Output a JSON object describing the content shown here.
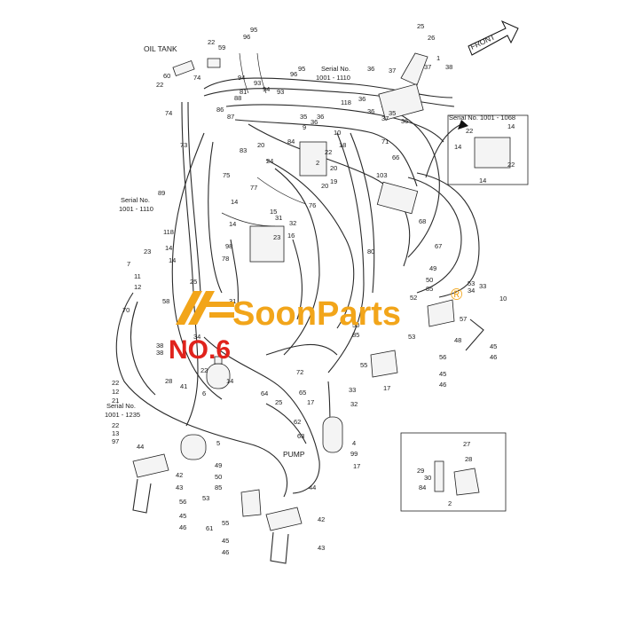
{
  "labels": {
    "oil_tank": "OIL TANK",
    "front": "FRONT",
    "pump": "PUMP",
    "serial_top": "Serial No.",
    "serial_top_range": "1001 - 1110",
    "serial_right": "Serial No. 1001 - 1068",
    "serial_left": "Serial No.",
    "serial_left_range": "1001 - 1110",
    "serial_left2": "Serial No.",
    "serial_left2_range": "1001 - 1235"
  },
  "watermark": {
    "brand": "SoonParts",
    "registered": "®",
    "badge": "NO.6"
  },
  "callouts": [
    {
      "id": "c1",
      "text": "25"
    },
    {
      "id": "c2",
      "text": "26"
    },
    {
      "id": "c3",
      "text": "95"
    },
    {
      "id": "c4",
      "text": "96"
    },
    {
      "id": "c5",
      "text": "22"
    },
    {
      "id": "c6",
      "text": "59"
    },
    {
      "id": "c7",
      "text": "95"
    },
    {
      "id": "c8",
      "text": "96"
    },
    {
      "id": "c9",
      "text": "94"
    },
    {
      "id": "c10",
      "text": "93"
    },
    {
      "id": "c11",
      "text": "94"
    },
    {
      "id": "c12",
      "text": "93"
    },
    {
      "id": "c13",
      "text": "60"
    },
    {
      "id": "c14",
      "text": "22"
    },
    {
      "id": "c15",
      "text": "74"
    },
    {
      "id": "c16",
      "text": "74"
    },
    {
      "id": "c17",
      "text": "81"
    },
    {
      "id": "c18",
      "text": "86"
    },
    {
      "id": "c19",
      "text": "87"
    },
    {
      "id": "c20",
      "text": "88"
    },
    {
      "id": "c21",
      "text": "1"
    },
    {
      "id": "c22",
      "text": "36"
    },
    {
      "id": "c23",
      "text": "37"
    },
    {
      "id": "c24",
      "text": "37"
    },
    {
      "id": "c25",
      "text": "38"
    },
    {
      "id": "c26",
      "text": "118"
    },
    {
      "id": "c27",
      "text": "36"
    },
    {
      "id": "c28",
      "text": "37"
    },
    {
      "id": "c29",
      "text": "36"
    },
    {
      "id": "c30",
      "text": "35"
    },
    {
      "id": "c31",
      "text": "36"
    },
    {
      "id": "c32",
      "text": "10"
    },
    {
      "id": "c33",
      "text": "18"
    },
    {
      "id": "c34",
      "text": "71"
    },
    {
      "id": "c35",
      "text": "73"
    },
    {
      "id": "c36",
      "text": "84"
    },
    {
      "id": "c37",
      "text": "20"
    },
    {
      "id": "c38",
      "text": "24"
    },
    {
      "id": "c39",
      "text": "20"
    },
    {
      "id": "c40",
      "text": "20"
    },
    {
      "id": "c41",
      "text": "22"
    },
    {
      "id": "c42",
      "text": "19"
    },
    {
      "id": "c43",
      "text": "66"
    },
    {
      "id": "c44",
      "text": "83"
    },
    {
      "id": "c45",
      "text": "103"
    },
    {
      "id": "c46",
      "text": "75"
    },
    {
      "id": "c47",
      "text": "77"
    },
    {
      "id": "c48",
      "text": "76"
    },
    {
      "id": "c49",
      "text": "89"
    },
    {
      "id": "c50",
      "text": "15"
    },
    {
      "id": "c51",
      "text": "31"
    },
    {
      "id": "c52",
      "text": "32"
    },
    {
      "id": "c53",
      "text": "68"
    },
    {
      "id": "c54",
      "text": "67"
    },
    {
      "id": "c55",
      "text": "14"
    },
    {
      "id": "c56",
      "text": "14"
    },
    {
      "id": "c57",
      "text": "118"
    },
    {
      "id": "c58",
      "text": "98"
    },
    {
      "id": "c59",
      "text": "23"
    },
    {
      "id": "c60",
      "text": "16"
    },
    {
      "id": "c61",
      "text": "78"
    },
    {
      "id": "c62",
      "text": "80"
    },
    {
      "id": "c63",
      "text": "14"
    },
    {
      "id": "c64",
      "text": "23"
    },
    {
      "id": "c65",
      "text": "14"
    },
    {
      "id": "c66",
      "text": "7"
    },
    {
      "id": "c67",
      "text": "11"
    },
    {
      "id": "c68",
      "text": "12"
    },
    {
      "id": "c69",
      "text": "58"
    },
    {
      "id": "c70",
      "text": "25"
    },
    {
      "id": "c71",
      "text": "70"
    },
    {
      "id": "c72",
      "text": "49"
    },
    {
      "id": "c73",
      "text": "50"
    },
    {
      "id": "c74",
      "text": "85"
    },
    {
      "id": "c75",
      "text": "52"
    },
    {
      "id": "c76",
      "text": "53"
    },
    {
      "id": "c77",
      "text": "34"
    },
    {
      "id": "c78",
      "text": "33"
    },
    {
      "id": "c79",
      "text": "10"
    },
    {
      "id": "c80",
      "text": "57"
    },
    {
      "id": "c81",
      "text": "48"
    },
    {
      "id": "c82",
      "text": "45"
    },
    {
      "id": "c83",
      "text": "46"
    },
    {
      "id": "c84",
      "text": "50"
    },
    {
      "id": "c85",
      "text": "85"
    },
    {
      "id": "c86",
      "text": "53"
    },
    {
      "id": "c87",
      "text": "56"
    },
    {
      "id": "c88",
      "text": "55"
    },
    {
      "id": "c89",
      "text": "45"
    },
    {
      "id": "c90",
      "text": "46"
    },
    {
      "id": "c91",
      "text": "38"
    },
    {
      "id": "c92",
      "text": "28"
    },
    {
      "id": "c93",
      "text": "41"
    },
    {
      "id": "c94",
      "text": "22"
    },
    {
      "id": "c95",
      "text": "6"
    },
    {
      "id": "c96",
      "text": "14"
    },
    {
      "id": "c97",
      "text": "72"
    },
    {
      "id": "c98",
      "text": "17"
    },
    {
      "id": "c99",
      "text": "22"
    },
    {
      "id": "c100",
      "text": "12"
    },
    {
      "id": "c101",
      "text": "21"
    },
    {
      "id": "c102",
      "text": "64"
    },
    {
      "id": "c103",
      "text": "65"
    },
    {
      "id": "c104",
      "text": "25"
    },
    {
      "id": "c105",
      "text": "62"
    },
    {
      "id": "c106",
      "text": "63"
    },
    {
      "id": "c107",
      "text": "33"
    },
    {
      "id": "c108",
      "text": "17"
    },
    {
      "id": "c109",
      "text": "32"
    },
    {
      "id": "c110",
      "text": "4"
    },
    {
      "id": "c111",
      "text": "99"
    },
    {
      "id": "c112",
      "text": "17"
    },
    {
      "id": "c113",
      "text": "22"
    },
    {
      "id": "c114",
      "text": "13"
    },
    {
      "id": "c115",
      "text": "97"
    },
    {
      "id": "c116",
      "text": "5"
    },
    {
      "id": "c117",
      "text": "44"
    },
    {
      "id": "c118",
      "text": "42"
    },
    {
      "id": "c119",
      "text": "43"
    },
    {
      "id": "c120",
      "text": "49"
    },
    {
      "id": "c121",
      "text": "50"
    },
    {
      "id": "c122",
      "text": "85"
    },
    {
      "id": "c123",
      "text": "53"
    },
    {
      "id": "c124",
      "text": "56"
    },
    {
      "id": "c125",
      "text": "45"
    },
    {
      "id": "c126",
      "text": "46"
    },
    {
      "id": "c127",
      "text": "61"
    },
    {
      "id": "c128",
      "text": "55"
    },
    {
      "id": "c129",
      "text": "45"
    },
    {
      "id": "c130",
      "text": "46"
    },
    {
      "id": "c131",
      "text": "44"
    },
    {
      "id": "c132",
      "text": "42"
    },
    {
      "id": "c133",
      "text": "43"
    },
    {
      "id": "c134",
      "text": "27"
    },
    {
      "id": "c135",
      "text": "28"
    },
    {
      "id": "c136",
      "text": "29"
    },
    {
      "id": "c137",
      "text": "30"
    },
    {
      "id": "c138",
      "text": "84"
    },
    {
      "id": "c139",
      "text": "2"
    },
    {
      "id": "c140",
      "text": "22"
    },
    {
      "id": "c141",
      "text": "14"
    },
    {
      "id": "c142",
      "text": "14"
    },
    {
      "id": "c143",
      "text": "22"
    },
    {
      "id": "c144",
      "text": "14"
    },
    {
      "id": "c145",
      "text": "35"
    },
    {
      "id": "c146",
      "text": "9"
    },
    {
      "id": "c147",
      "text": "36"
    },
    {
      "id": "c148",
      "text": "38"
    },
    {
      "id": "c149",
      "text": "2"
    },
    {
      "id": "c150",
      "text": "34"
    },
    {
      "id": "c151",
      "text": "31"
    },
    {
      "id": "c152",
      "text": "36"
    }
  ]
}
